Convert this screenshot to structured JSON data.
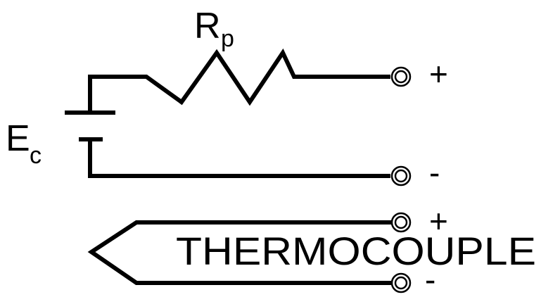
{
  "labels": {
    "resistor_main": "R",
    "resistor_sub": "p",
    "source_main": "E",
    "source_sub": "c",
    "thermocouple": "THERMOCOUPLE"
  },
  "terminals": {
    "top_plus": "+",
    "top_minus": "-",
    "bottom_plus": "+",
    "bottom_minus": "-"
  },
  "colors": {
    "line": "#000000",
    "background": "#ffffff"
  }
}
